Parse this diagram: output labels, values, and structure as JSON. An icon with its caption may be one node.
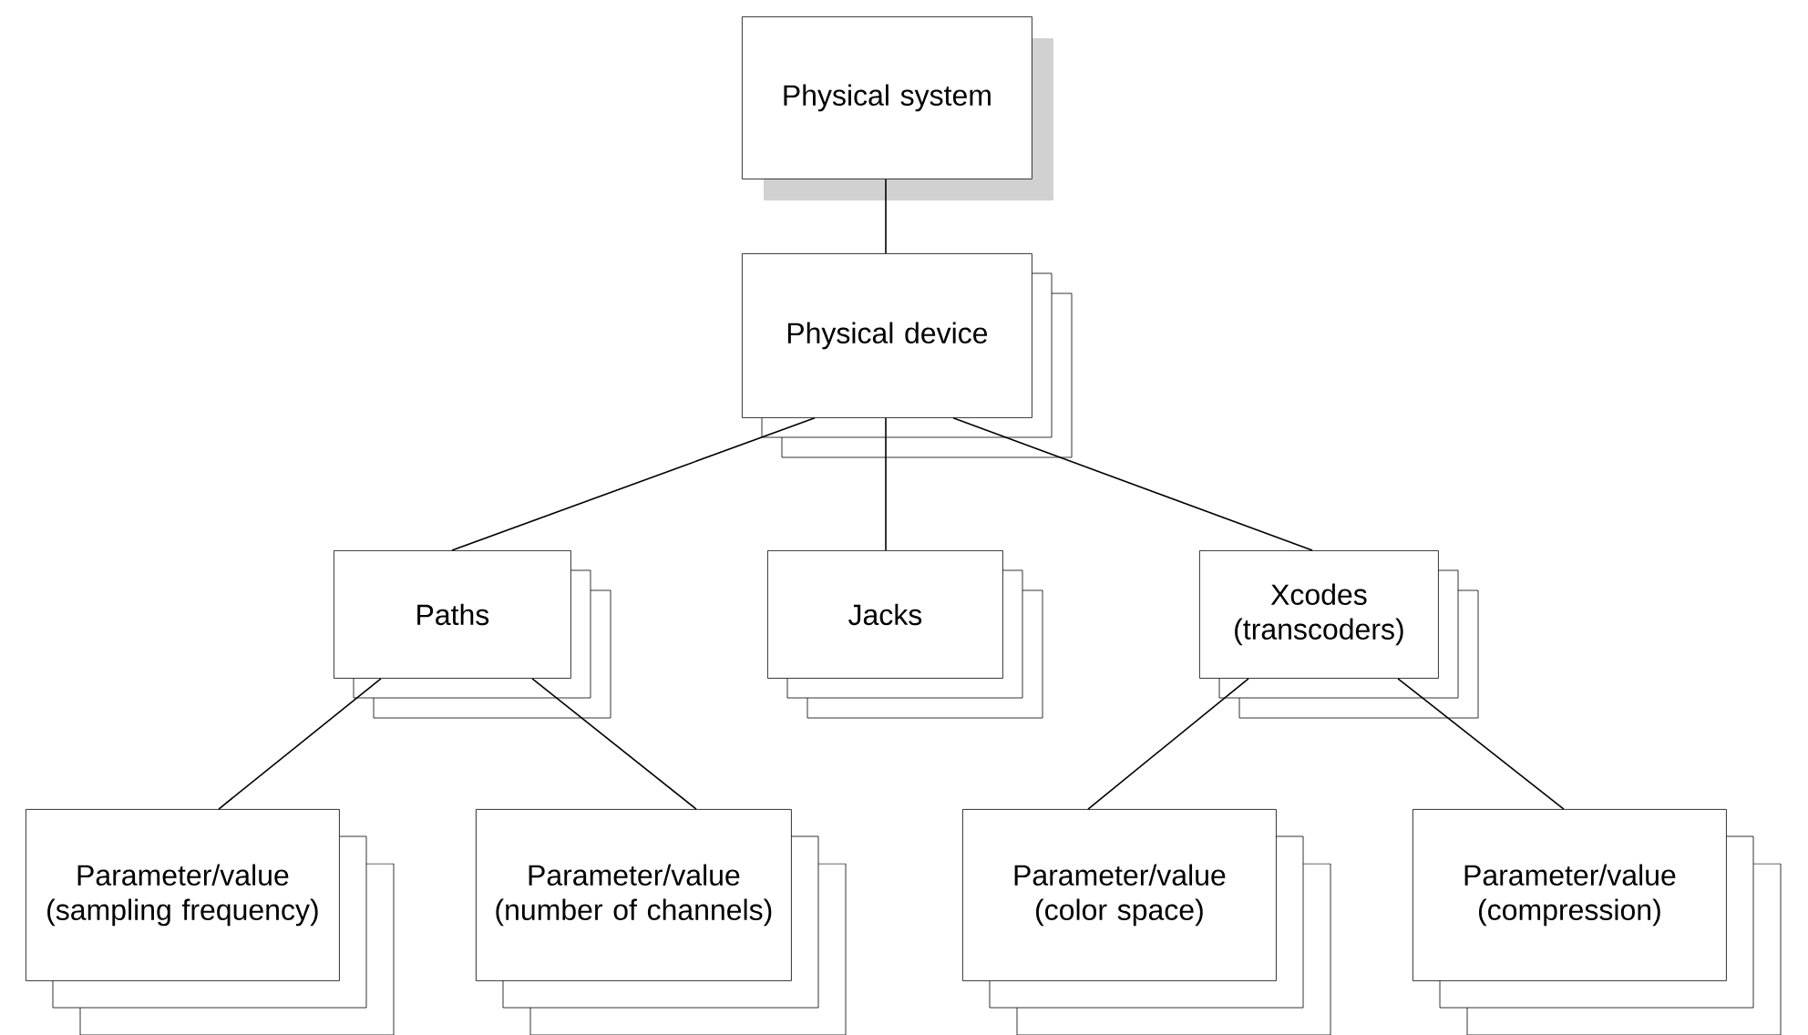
{
  "diagram": {
    "nodes": [
      {
        "text": [
          "Physical system"
        ]
      },
      {
        "text": [
          "Physical device"
        ]
      },
      {
        "text": [
          "Paths"
        ]
      },
      {
        "text": [
          "Jacks"
        ]
      },
      {
        "text": [
          "Xcodes (transcoders)"
        ]
      },
      {
        "text": [
          "Parameter/value (sampling frequency)"
        ]
      },
      {
        "text": [
          "Parameter/value (number of channels)"
        ]
      },
      {
        "text": [
          "Parameter/value (color space)"
        ]
      },
      {
        "text": [
          "Parameter/value (compression)"
        ]
      }
    ],
    "edges": [
      {
        "from": 0,
        "to": 1,
        "arrow": "none"
      },
      {
        "from": 1,
        "to": 2,
        "arrow": "none"
      },
      {
        "from": 1,
        "to": 3,
        "arrow": "none"
      },
      {
        "from": 1,
        "to": 4,
        "arrow": "none"
      },
      {
        "from": 2,
        "to": 5,
        "arrow": "none"
      },
      {
        "from": 2,
        "to": 6,
        "arrow": "none"
      },
      {
        "from": 4,
        "to": 7,
        "arrow": "none"
      },
      {
        "from": 4,
        "to": 8,
        "arrow": "none"
      }
    ]
  }
}
